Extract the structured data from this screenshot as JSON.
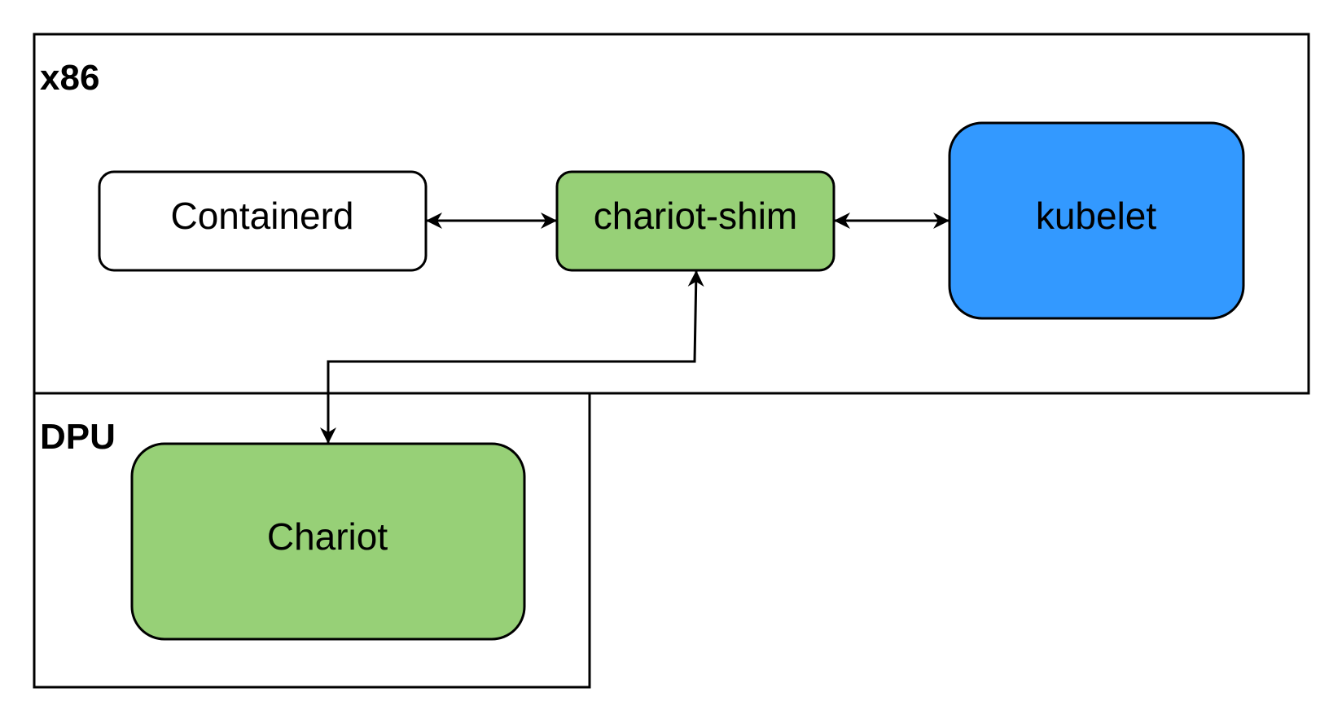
{
  "groups": {
    "x86": {
      "label": "x86"
    },
    "dpu": {
      "label": "DPU"
    }
  },
  "nodes": {
    "containerd": {
      "label": "Containerd",
      "fill": "#ffffff"
    },
    "chariot_shim": {
      "label": "chariot-shim",
      "fill": "#97d077"
    },
    "kubelet": {
      "label": "kubelet",
      "fill": "#3399ff"
    },
    "chariot": {
      "label": "Chariot",
      "fill": "#97d077"
    }
  },
  "edges": [
    {
      "from": "Containerd",
      "to": "chariot-shim",
      "direction": "bidirectional"
    },
    {
      "from": "chariot-shim",
      "to": "kubelet",
      "direction": "bidirectional"
    },
    {
      "from": "chariot-shim",
      "to": "Chariot",
      "direction": "bidirectional"
    }
  ],
  "colors": {
    "stroke": "#000000",
    "background": "#ffffff"
  }
}
